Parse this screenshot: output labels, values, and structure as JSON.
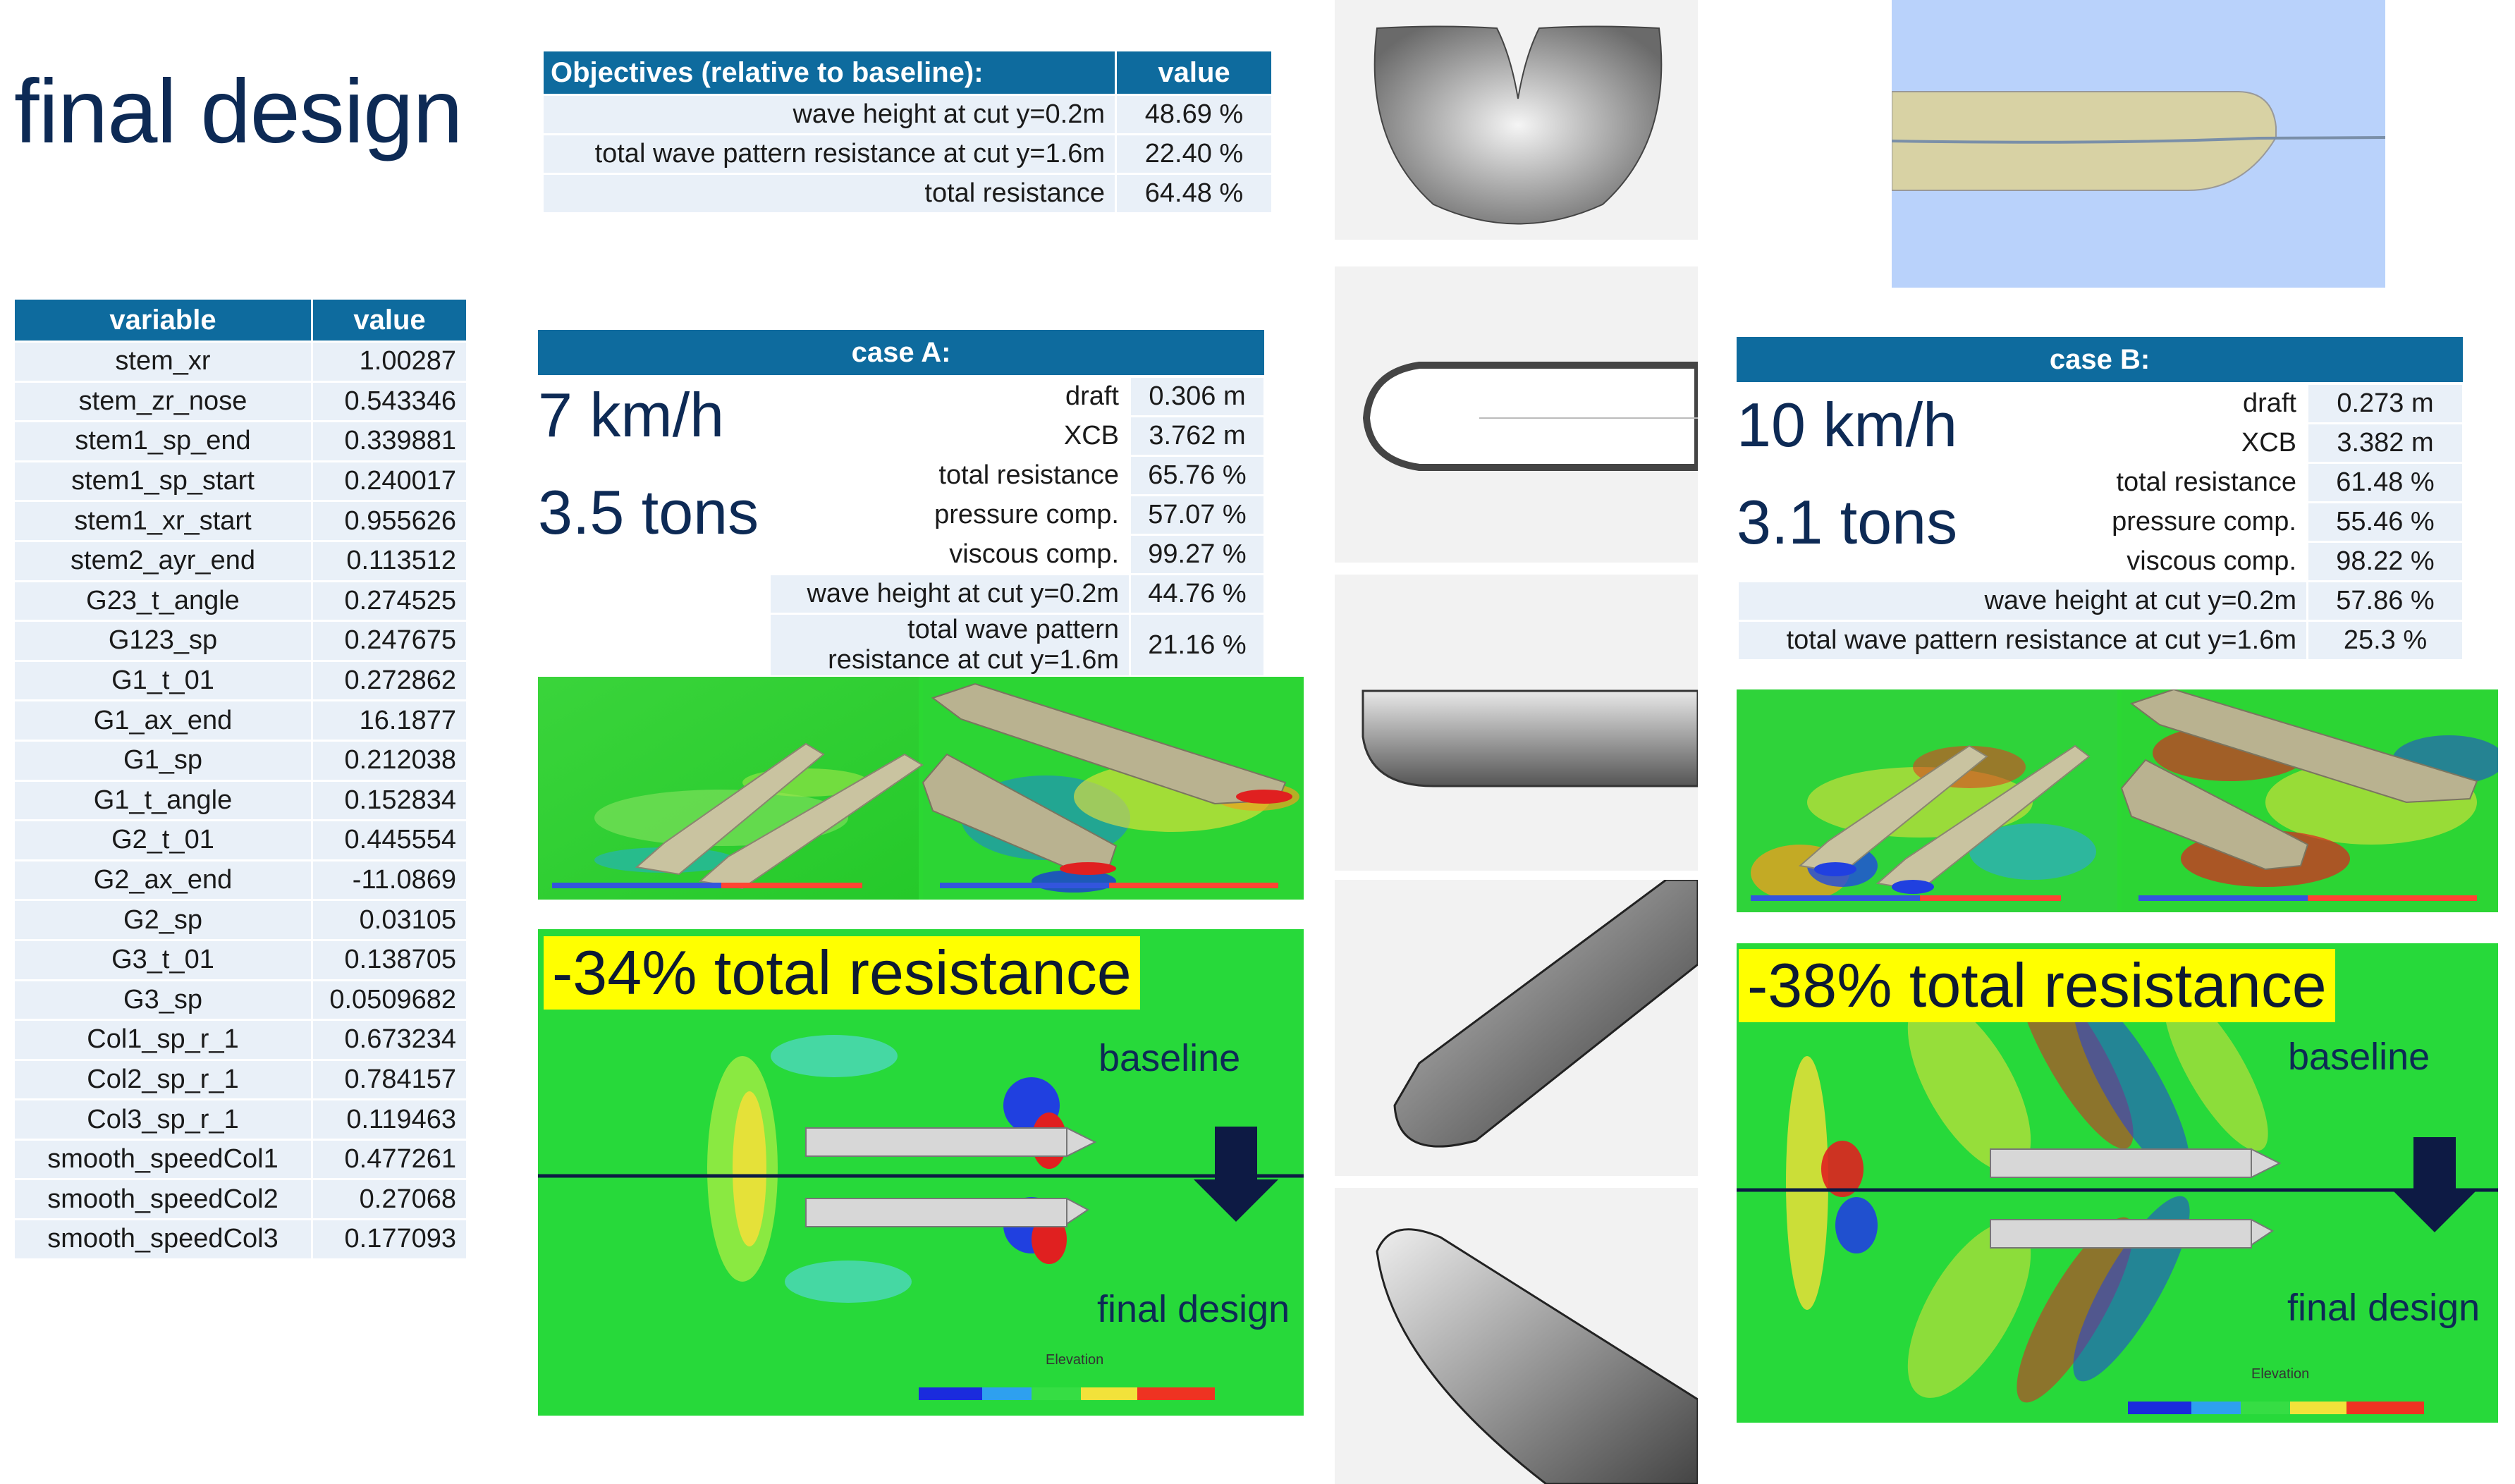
{
  "page_title": "final design",
  "objectives": {
    "header": [
      "Objectives (relative to baseline):",
      "value"
    ],
    "rows": [
      [
        "wave height at cut y=0.2m",
        "48.69 %"
      ],
      [
        "total wave pattern resistance at cut y=1.6m",
        "22.40 %"
      ],
      [
        "total resistance",
        "64.48 %"
      ]
    ]
  },
  "variables": {
    "header": [
      "variable",
      "value"
    ],
    "rows": [
      [
        "stem_xr",
        "1.00287"
      ],
      [
        "stem_zr_nose",
        "0.543346"
      ],
      [
        "stem1_sp_end",
        "0.339881"
      ],
      [
        "stem1_sp_start",
        "0.240017"
      ],
      [
        "stem1_xr_start",
        "0.955626"
      ],
      [
        "stem2_ayr_end",
        "0.113512"
      ],
      [
        "G23_t_angle",
        "0.274525"
      ],
      [
        "G123_sp",
        "0.247675"
      ],
      [
        "G1_t_01",
        "0.272862"
      ],
      [
        "G1_ax_end",
        "16.1877"
      ],
      [
        "G1_sp",
        "0.212038"
      ],
      [
        "G1_t_angle",
        "0.152834"
      ],
      [
        "G2_t_01",
        "0.445554"
      ],
      [
        "G2_ax_end",
        "-11.0869"
      ],
      [
        "G2_sp",
        "0.03105"
      ],
      [
        "G3_t_01",
        "0.138705"
      ],
      [
        "G3_sp",
        "0.0509682"
      ],
      [
        "Col1_sp_r_1",
        "0.673234"
      ],
      [
        "Col2_sp_r_1",
        "0.784157"
      ],
      [
        "Col3_sp_r_1",
        "0.119463"
      ],
      [
        "smooth_speedCol1",
        "0.477261"
      ],
      [
        "smooth_speedCol2",
        "0.27068"
      ],
      [
        "smooth_speedCol3",
        "0.177093"
      ]
    ]
  },
  "case_a": {
    "header": "case A:",
    "speed": "7 km/h",
    "mass": "3.5 tons",
    "rows": [
      [
        "draft",
        "0.306 m"
      ],
      [
        "XCB",
        "3.762 m"
      ],
      [
        "total resistance",
        "65.76 %"
      ],
      [
        "pressure comp.",
        "57.07 %"
      ],
      [
        "viscous comp.",
        "99.27 %"
      ],
      [
        "wave height at cut y=0.2m",
        "44.76 %"
      ],
      [
        "total wave pattern resistance at cut y=1.6m",
        "21.16 %"
      ]
    ],
    "banner": "-34% total resistance",
    "baseline_label": "baseline",
    "final_label": "final design",
    "legend_title": "Elevation"
  },
  "case_b": {
    "header": "case B:",
    "speed": "10 km/h",
    "mass": "3.1 tons",
    "rows": [
      [
        "draft",
        "0.273 m"
      ],
      [
        "XCB",
        "3.382 m"
      ],
      [
        "total resistance",
        "61.48 %"
      ],
      [
        "pressure comp.",
        "55.46 %"
      ],
      [
        "viscous comp.",
        "98.22 %"
      ],
      [
        "wave height at cut y=0.2m",
        "57.86 %"
      ],
      [
        "total wave pattern resistance at cut y=1.6m",
        "25.3 %"
      ]
    ],
    "banner": "-38% total resistance",
    "baseline_label": "baseline",
    "final_label": "final design",
    "legend_title": "Elevation"
  },
  "colors": {
    "header_bg": "#0e6b9e",
    "cell_bg": "#e9f0f8",
    "title_color": "#0d2a55",
    "banner_bg": "#ffff00",
    "field_green": "#2bd832"
  }
}
